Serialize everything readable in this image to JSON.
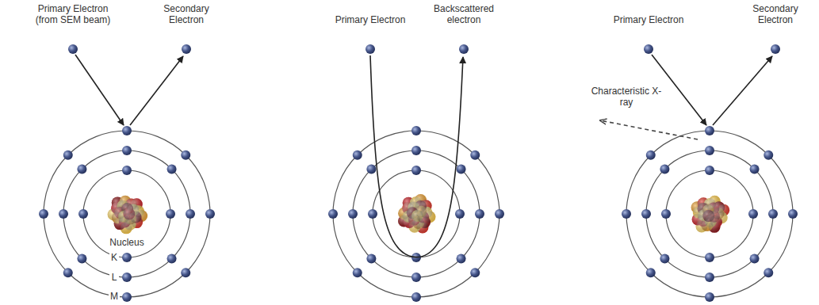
{
  "diagram": {
    "labels": [
      "Primary Electron (from SEM beam)",
      "Secondary Electron",
      "Nucleus",
      "K",
      "L",
      "M",
      "Primary Electron",
      "Backscattered electron",
      "Characteristic X-ray",
      "Primary Electron",
      "Secondary Electron"
    ]
  }
}
